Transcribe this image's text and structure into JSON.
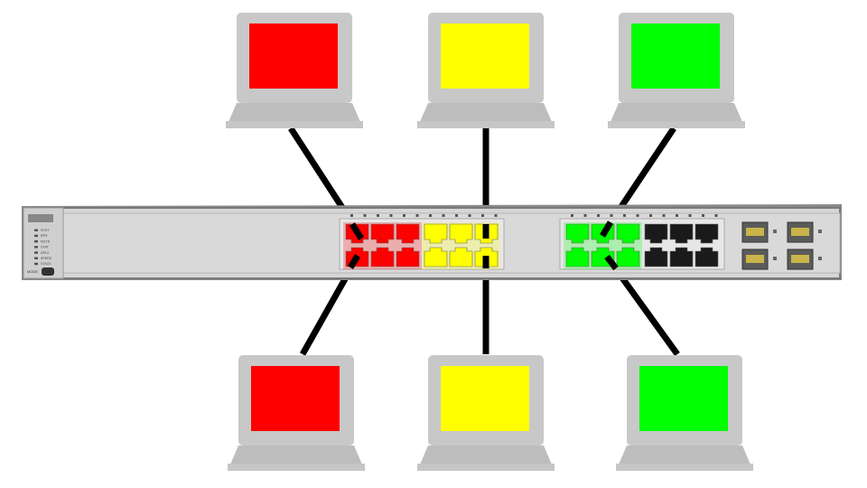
{
  "colors": {
    "red": "#ff0000",
    "yellow": "#ffff00",
    "green": "#00ff00",
    "black_port": "#1a1a1a",
    "laptop_body": "#c4c4c4",
    "laptop_frame": "#cccccc",
    "switch_body": "#d6d6d6",
    "cable": "#000000"
  },
  "switch": {
    "panel_labels": [
      "SYST",
      "RPS",
      "MSTR",
      "STAT",
      "DPLX",
      "SPEED",
      "STACK"
    ],
    "mode_label": "MODE",
    "port_groups": [
      {
        "vlan": "red",
        "top_ports": 3,
        "bottom_ports": 3
      },
      {
        "vlan": "yellow",
        "top_ports": 3,
        "bottom_ports": 3
      },
      {
        "vlan": "green",
        "top_ports": 3,
        "bottom_ports": 3
      },
      {
        "vlan": "black_port",
        "top_ports": 3,
        "bottom_ports": 3
      }
    ],
    "uplink_ports": 4
  },
  "laptops": [
    {
      "id": "top-red",
      "screen": "red"
    },
    {
      "id": "top-yellow",
      "screen": "yellow"
    },
    {
      "id": "top-green",
      "screen": "green"
    },
    {
      "id": "bottom-red",
      "screen": "red"
    },
    {
      "id": "bottom-yellow",
      "screen": "yellow"
    },
    {
      "id": "bottom-green",
      "screen": "green"
    }
  ]
}
